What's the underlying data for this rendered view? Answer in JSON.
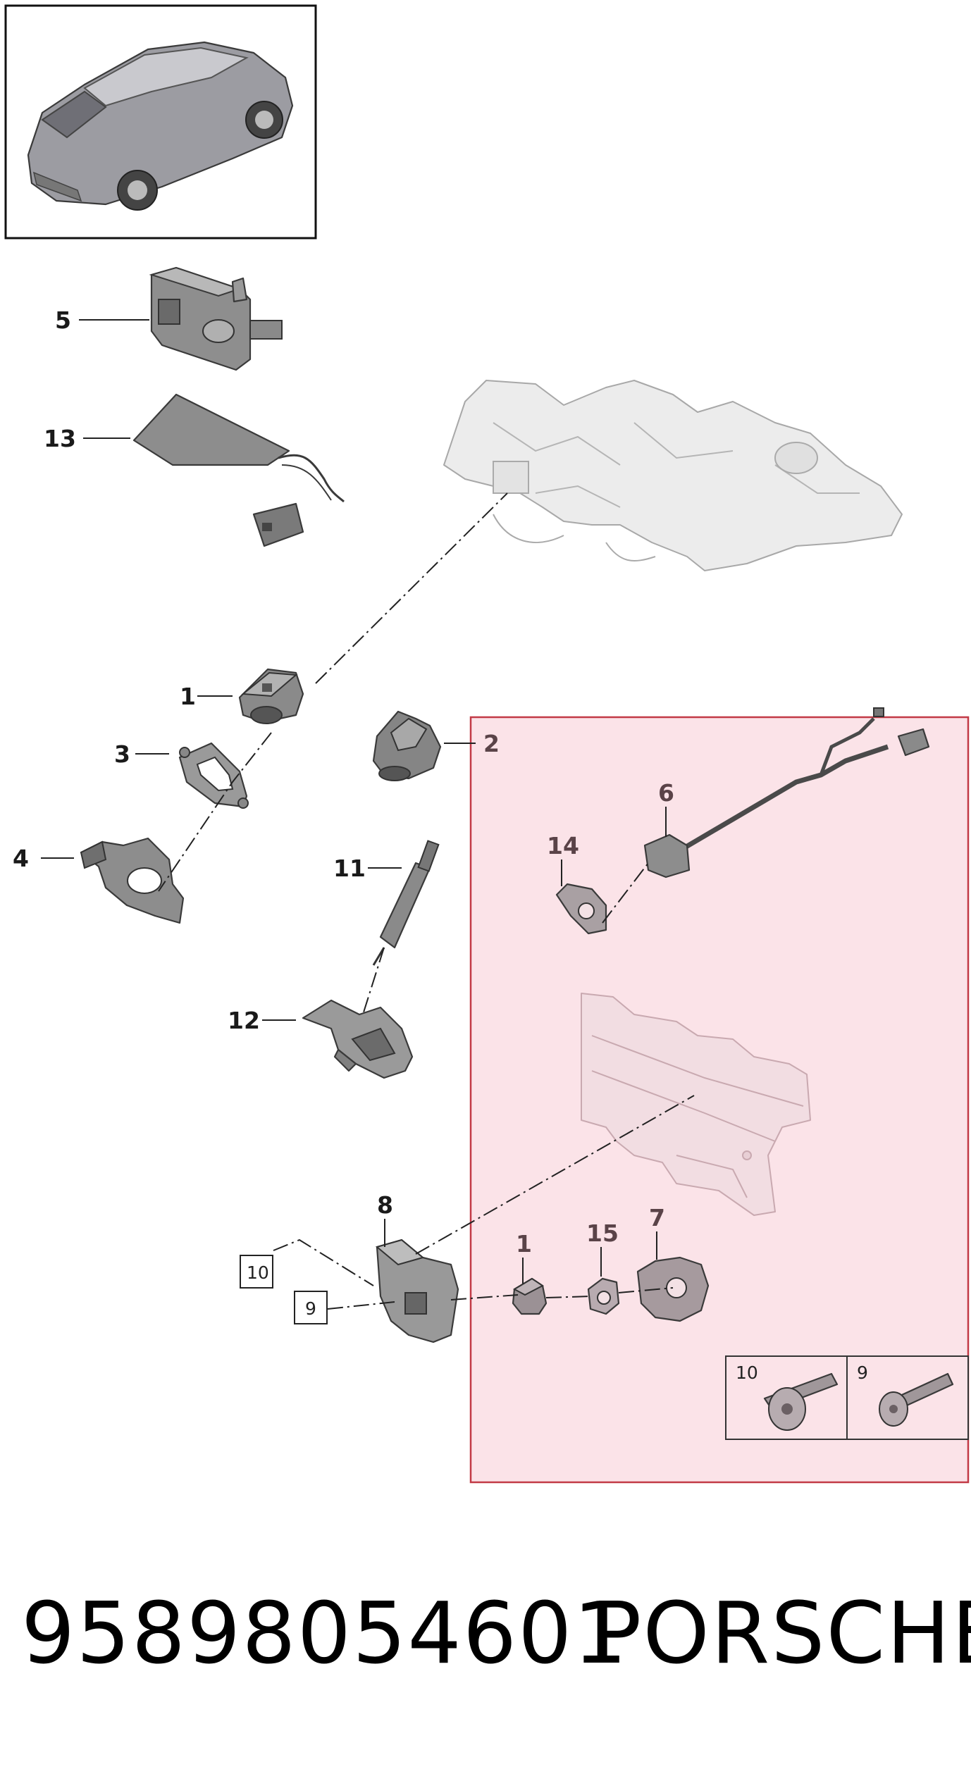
{
  "callouts": {
    "c5": "5",
    "c13": "13",
    "c1a": "1",
    "c3": "3",
    "c4": "4",
    "c2": "2",
    "c11": "11",
    "c12": "12",
    "c8": "8",
    "c6": "6",
    "c14": "14",
    "c1b": "1",
    "c15": "15",
    "c7": "7"
  },
  "boxed_callouts": {
    "b10": "10",
    "b9": "9"
  },
  "bolt_labels": {
    "bolt10": "10",
    "bolt9": "9"
  },
  "footer": {
    "part_number": "95898054601",
    "brand": "PORSCHE"
  },
  "colors": {
    "highlight_fill": "#fbe3e8",
    "highlight_border": "#c23a46",
    "part_fill": "#8a8a8a",
    "ghost_fill": "#ececec"
  }
}
